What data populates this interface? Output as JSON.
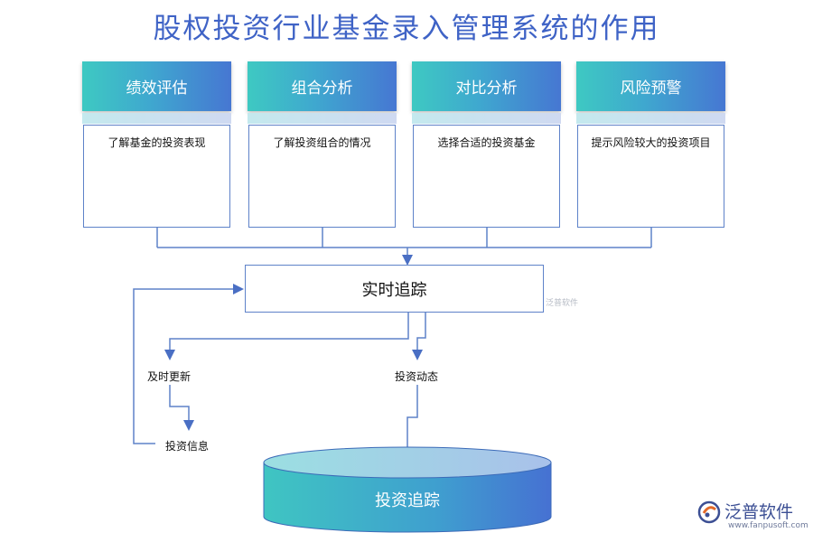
{
  "title": "股权投资行业基金录入管理系统的作用",
  "columns": [
    {
      "heading": "绩效评估",
      "desc": "了解基金的投资表现"
    },
    {
      "heading": "组合分析",
      "desc": "了解投资组合的情况"
    },
    {
      "heading": "对比分析",
      "desc": "选择合适的投资基金"
    },
    {
      "heading": "风险预警",
      "desc": "提示风险较大的投资项目"
    }
  ],
  "center_node": "实时追踪",
  "nodes": {
    "update": "及时更新",
    "info": "投资信息",
    "dynamics": "投资动态"
  },
  "cylinder_label": "投资追踪",
  "watermark": "泛普软件",
  "brand": {
    "name": "泛普软件",
    "url": "www.fanpusoft.com"
  },
  "colors": {
    "title": "#3f63c6",
    "accent": "#4677d2",
    "teal": "#3ec9c2",
    "line": "#5e82c9"
  }
}
